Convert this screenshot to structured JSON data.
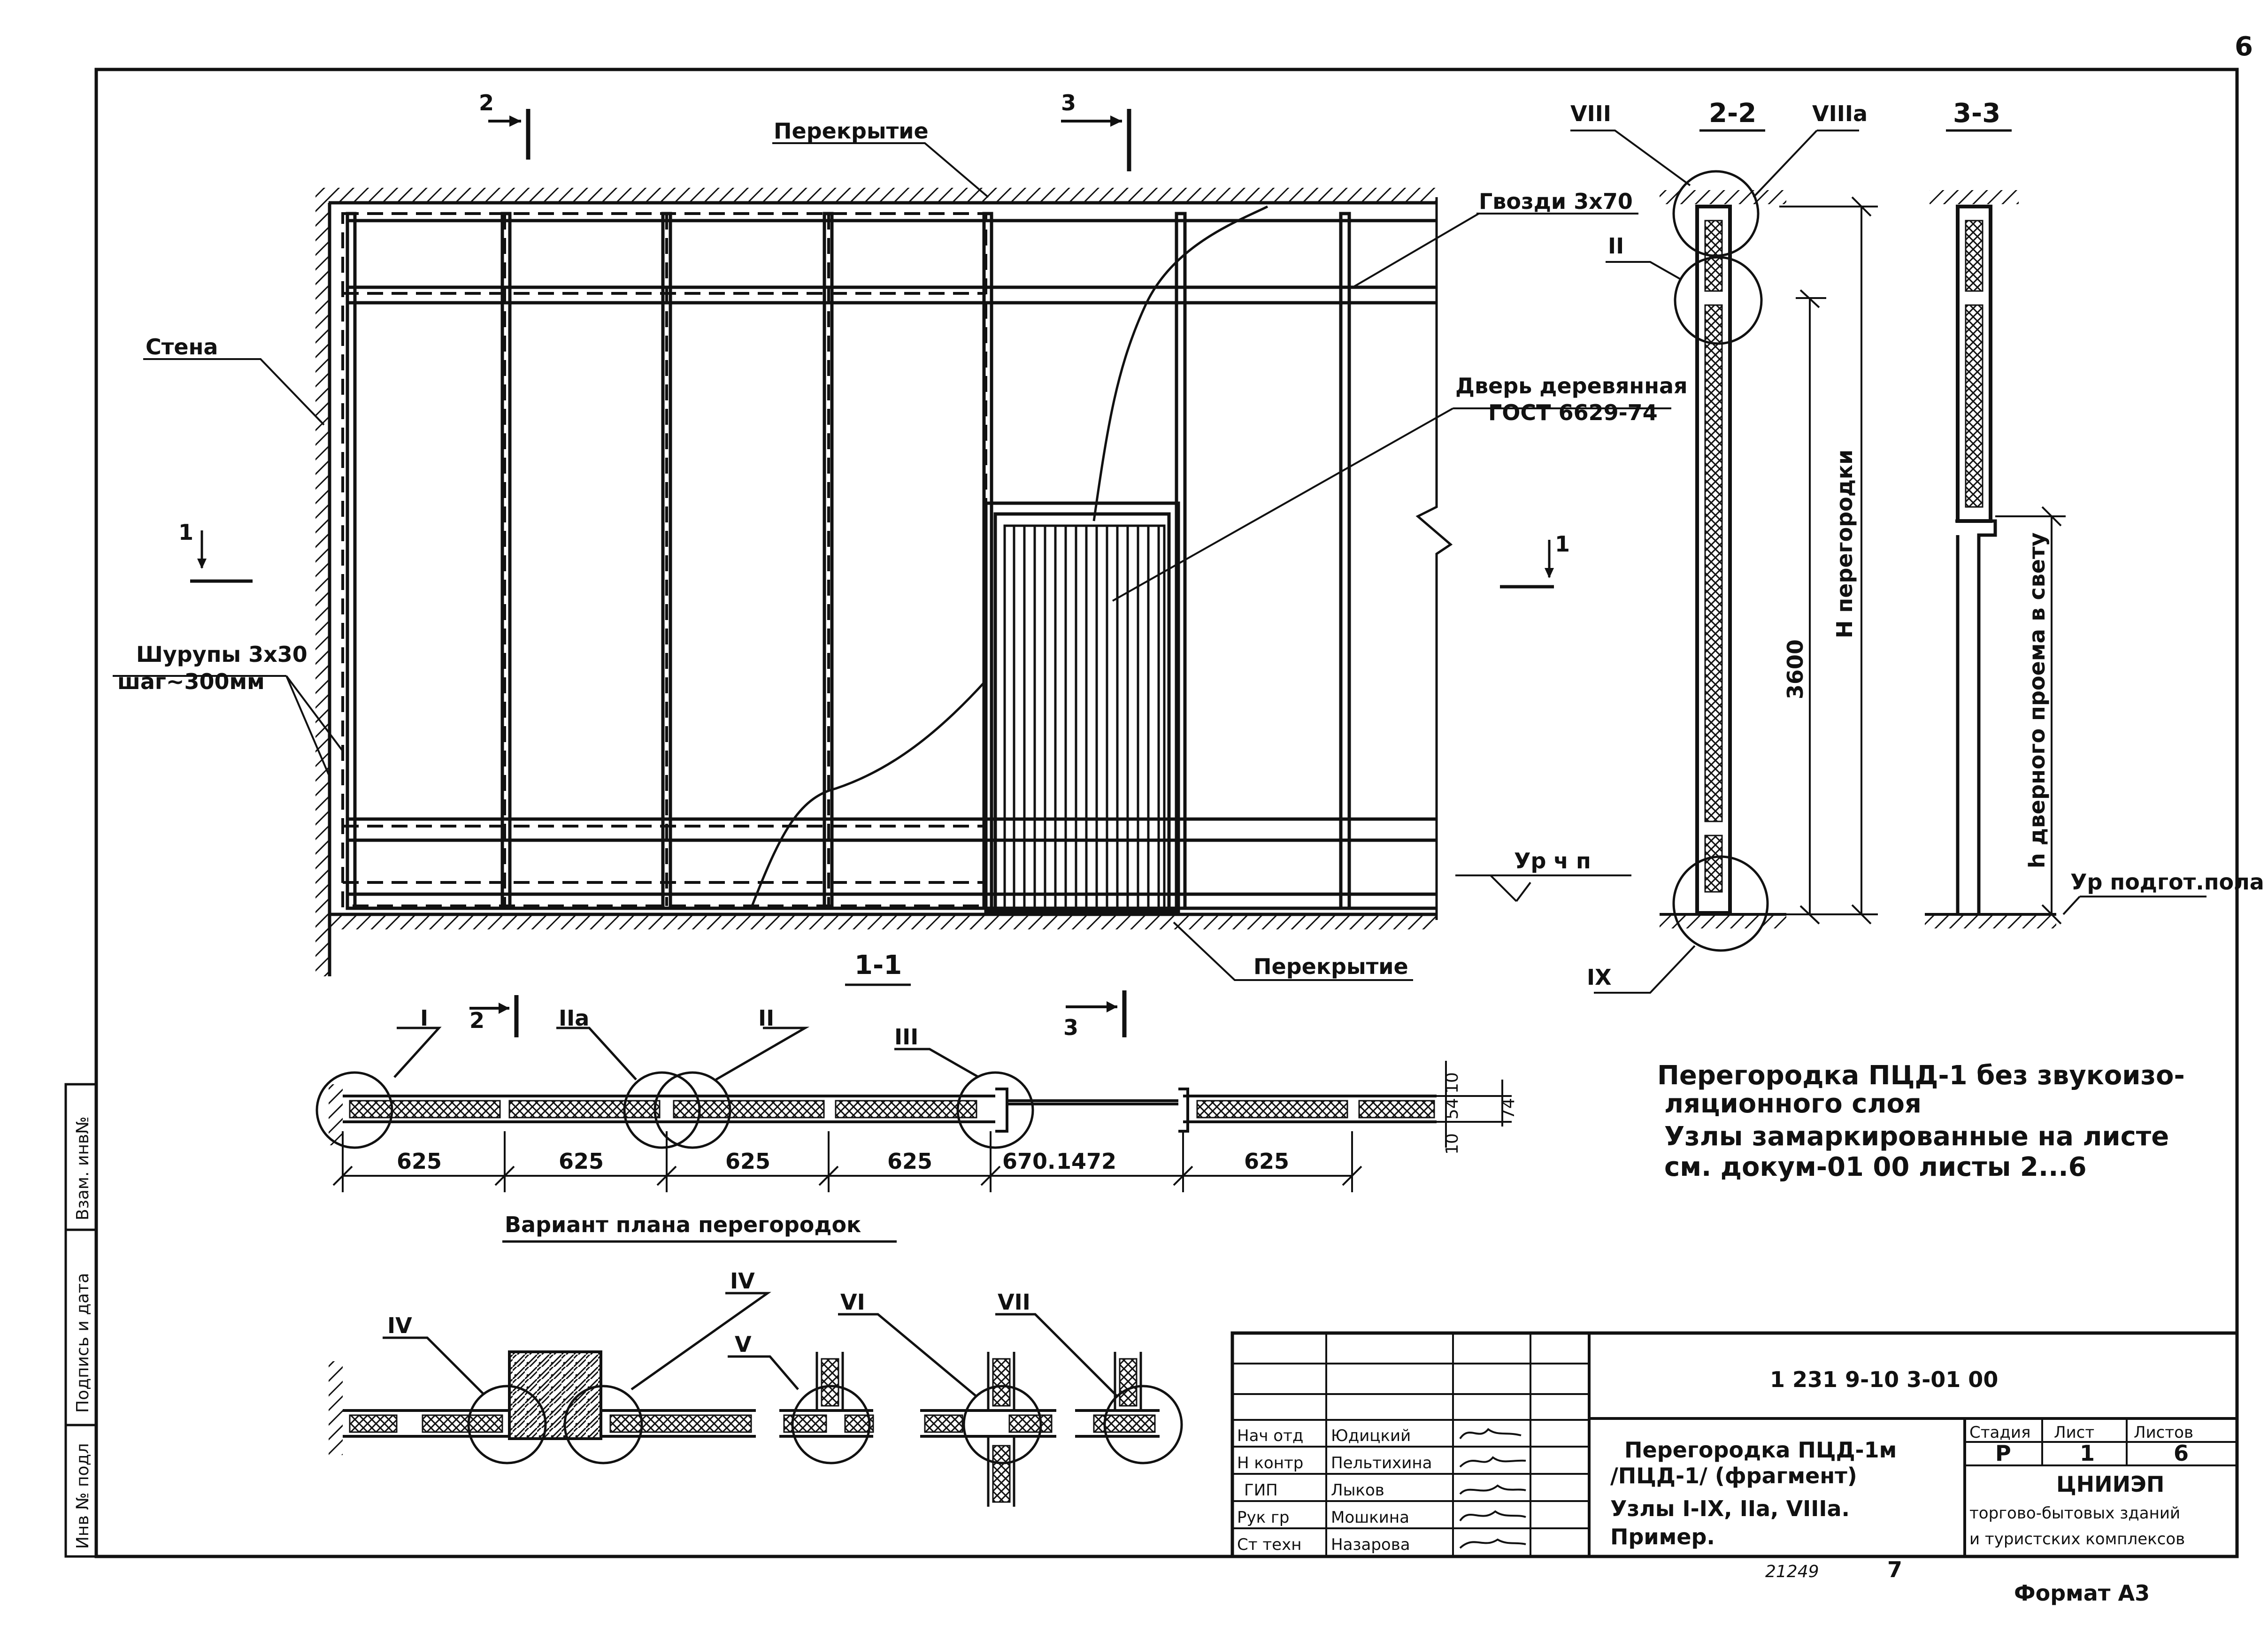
{
  "sheet": {
    "page_number": "6",
    "format_label": "Формат А3",
    "bottom_notes": {
      "left": "21249",
      "right": "7"
    }
  },
  "elevation": {
    "section_marks": {
      "left": "2",
      "mid": "3",
      "floor_left": "2",
      "floor_mid": "3",
      "side_left": "1",
      "side_right": "1"
    },
    "labels": {
      "slab_top": "Перекрытие",
      "slab_bottom": "Перекрытие",
      "wall": "Стена",
      "nails": "Гвозди 3х70",
      "door_line1": "Дверь деревянная",
      "door_line2": "ГОСТ 6629-74",
      "screws_line1": "Шурупы 3х30",
      "screws_line2": "шаг~300мм",
      "floor_level": "Ур ч п"
    }
  },
  "sections": {
    "s22": {
      "title": "2-2",
      "node_top_left": "VIII",
      "node_top_right": "VIIIa",
      "node_mid": "II",
      "node_bottom": "IX",
      "dim_height": "3600",
      "dim_label": "Н перегородки"
    },
    "s33": {
      "title": "3-3",
      "dim_label": "h дверного проема в свету",
      "floor_level": "Ур подгот.пола"
    }
  },
  "plan11": {
    "title": "1-1",
    "nodes": [
      "I",
      "IIa",
      "II",
      "III"
    ],
    "dims": [
      "625",
      "625",
      "625",
      "625",
      "670.",
      "1472",
      "625"
    ],
    "thickness_dims": [
      "10",
      "54",
      "10",
      "74"
    ]
  },
  "variant": {
    "title": "Вариант плана перегородок",
    "nodes": [
      "IV",
      "IV",
      "V",
      "VI",
      "VII"
    ]
  },
  "note": {
    "line1": "Перегородка ПЦД-1 без звукоизо-",
    "line2": "ляционного слоя",
    "line3": "Узлы замаркированные на листе",
    "line4": "см. докум-01 00  листы 2...6"
  },
  "title_block": {
    "doc_code": "1 231 9-10 3-01 00",
    "title_line1": "Перегородка ПЦД-1м",
    "title_line2": "/ПЦД-1/ (фрагмент)",
    "title_line3": "Узлы I-IX, IIa, VIIIa.",
    "title_line4": "Пример.",
    "roles": [
      {
        "role": "Нач отд",
        "name": "Юдицкий"
      },
      {
        "role": "Н контр",
        "name": "Пельтихина"
      },
      {
        "role": "ГИП",
        "name": "Лыков"
      },
      {
        "role": "Рук гр",
        "name": "Мошкина"
      },
      {
        "role": "Ст техн",
        "name": "Назарова"
      }
    ],
    "stage_header": "Стадия",
    "sheet_header": "Лист",
    "sheets_header": "Листов",
    "stage": "Р",
    "sheet": "1",
    "sheets": "6",
    "org_line1": "ЦНИИЭП",
    "org_line2": "торгово-бытовых зданий",
    "org_line3": "и туристских комплексов"
  },
  "side_stamp": [
    "Инв № подл",
    "Подпись и дата",
    "Взам. инв№"
  ]
}
